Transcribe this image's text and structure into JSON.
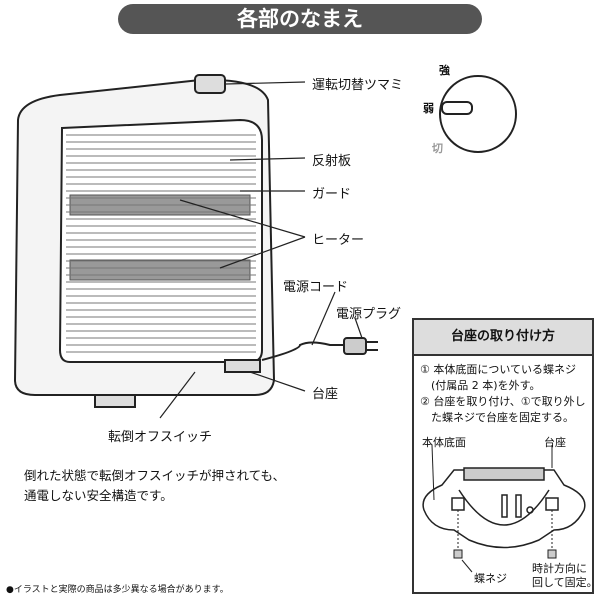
{
  "title": "各部のなまえ",
  "labels": {
    "knob": "運転切替ツマミ",
    "reflector": "反射板",
    "guard": "ガード",
    "heater": "ヒーター",
    "cord": "電源コード",
    "plug": "電源プラグ",
    "stand": "台座",
    "tip_switch": "転倒オフスイッチ"
  },
  "dial": {
    "strong": "強",
    "weak": "弱",
    "off": "切"
  },
  "safety_note": [
    "倒れた状態で転倒オフスイッチが押されても、",
    "通電しない安全構造です。"
  ],
  "footnote": "●イラストと実際の商品は多少異なる場合があります。",
  "stand_box": {
    "title": "台座の取り付け方",
    "steps": [
      "① 本体底面についている蝶ネジ",
      "　(付属品 2 本)を外す。",
      "② 台座を取り付け、①で取り外し",
      "　た蝶ネジで台座を固定する。"
    ],
    "bottom_label": "本体底面",
    "stand_label": "台座",
    "screw_label": "蝶ネジ",
    "turn_note": [
      "時計方向に",
      "回して固定。"
    ]
  }
}
